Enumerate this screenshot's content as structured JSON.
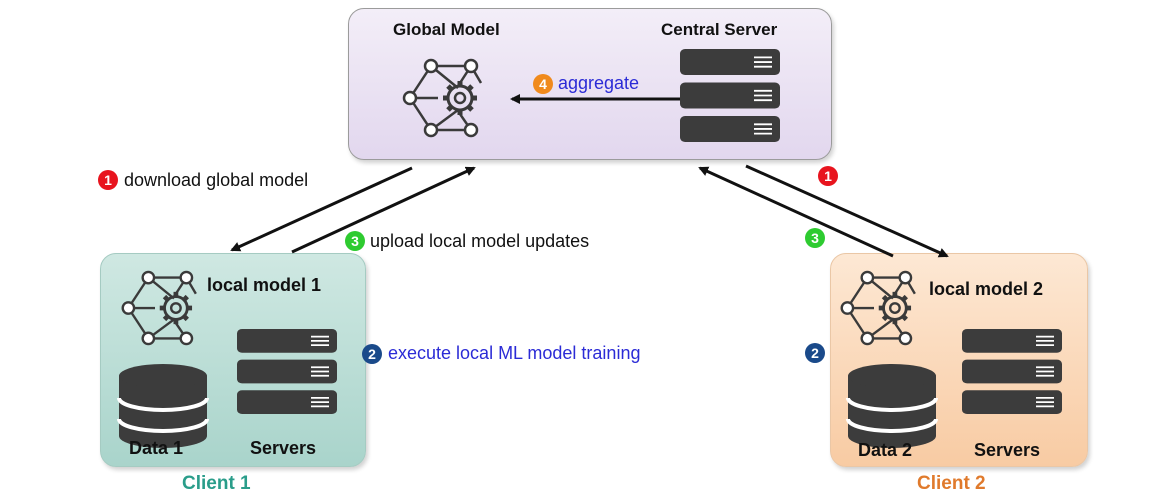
{
  "server": {
    "model_label": "Global Model",
    "server_label": "Central Server"
  },
  "client1": {
    "model_label": "local model 1",
    "data_label": "Data 1",
    "servers_label": "Servers",
    "caption": "Client 1"
  },
  "client2": {
    "model_label": "local model 2",
    "data_label": "Data 2",
    "servers_label": "Servers",
    "caption": "Client 2"
  },
  "steps": {
    "download": {
      "num": "1",
      "text": "download global model"
    },
    "train": {
      "num": "2",
      "text": "execute local ML model training"
    },
    "upload": {
      "num": "3",
      "text": "upload local model updates"
    },
    "aggregate": {
      "num": "4",
      "text": "aggregate"
    }
  },
  "colors": {
    "step1": "#e8141e",
    "step2": "#1a4a8a",
    "step3": "#2ecb30",
    "step4": "#f08a1c",
    "step_text_blue": "#2b2bd6",
    "client1_caption": "#2a9d8a",
    "client2_caption": "#e07a2c",
    "icon_dark": "#3a3a3a"
  },
  "icons": [
    "network-gear-icon",
    "server-rack-icon",
    "database-icon",
    "arrow-icon"
  ]
}
